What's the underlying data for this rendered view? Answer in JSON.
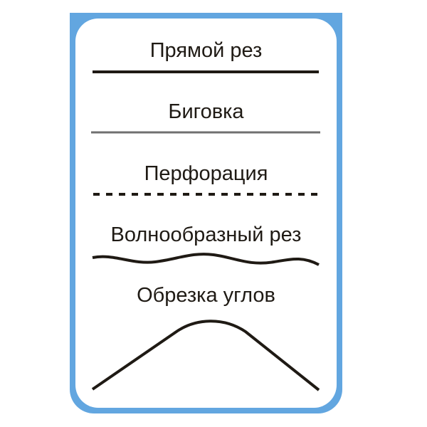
{
  "items": [
    {
      "label": "Прямой рез",
      "line_style": "solid-thick"
    },
    {
      "label": "Биговка",
      "line_style": "solid-thin-gray"
    },
    {
      "label": "Перфорация",
      "line_style": "dashed"
    },
    {
      "label": "Волнообразный рез",
      "line_style": "wavy"
    },
    {
      "label": "Обрезка углов",
      "line_style": "rounded-peak"
    }
  ],
  "colors": {
    "frame": "#62a6e0",
    "text": "#1f1a14",
    "line": "#1f1a14",
    "crease_line": "#707070"
  }
}
